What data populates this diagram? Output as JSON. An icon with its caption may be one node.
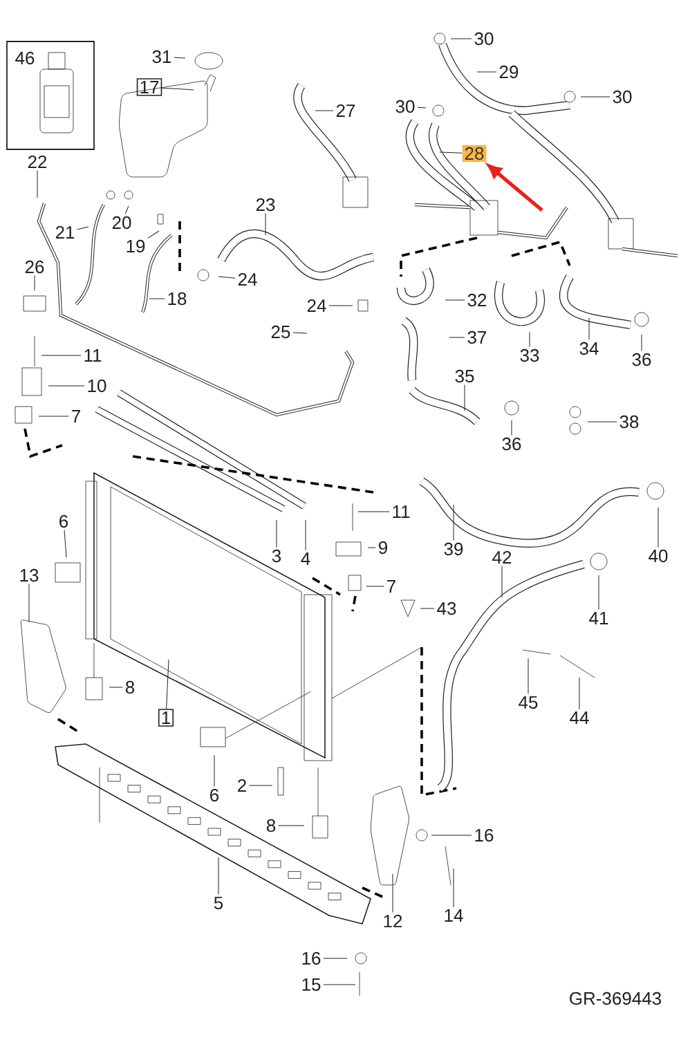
{
  "diagram": {
    "nodes": [
      {
        "text": [
          "46"
        ]
      },
      {
        "text": [
          "31"
        ]
      },
      {
        "text": [
          "17"
        ]
      },
      {
        "text": [
          "22"
        ]
      },
      {
        "text": [
          "21"
        ]
      },
      {
        "text": [
          "20"
        ]
      },
      {
        "text": [
          "19"
        ]
      },
      {
        "text": [
          "18"
        ]
      },
      {
        "text": [
          "23"
        ]
      },
      {
        "text": [
          "24"
        ]
      },
      {
        "text": [
          "24"
        ]
      },
      {
        "text": [
          "26"
        ]
      },
      {
        "text": [
          "25"
        ]
      },
      {
        "text": [
          "11"
        ]
      },
      {
        "text": [
          "10"
        ]
      },
      {
        "text": [
          "7"
        ]
      },
      {
        "text": [
          "27"
        ]
      },
      {
        "text": [
          "30"
        ]
      },
      {
        "text": [
          "29"
        ]
      },
      {
        "text": [
          "30"
        ]
      },
      {
        "text": [
          "30"
        ]
      },
      {
        "text": [
          "28"
        ]
      },
      {
        "text": [
          "32"
        ]
      },
      {
        "text": [
          "33"
        ]
      },
      {
        "text": [
          "37"
        ]
      },
      {
        "text": [
          "34"
        ]
      },
      {
        "text": [
          "36"
        ]
      },
      {
        "text": [
          "35"
        ]
      },
      {
        "text": [
          "36"
        ]
      },
      {
        "text": [
          "38"
        ]
      },
      {
        "text": [
          "11"
        ]
      },
      {
        "text": [
          "9"
        ]
      },
      {
        "text": [
          "7"
        ]
      },
      {
        "text": [
          "3"
        ]
      },
      {
        "text": [
          "4"
        ]
      },
      {
        "text": [
          "39"
        ]
      },
      {
        "text": [
          "40"
        ]
      },
      {
        "text": [
          "42"
        ]
      },
      {
        "text": [
          "41"
        ]
      },
      {
        "text": [
          "43"
        ]
      },
      {
        "text": [
          "6"
        ]
      },
      {
        "text": [
          "13"
        ]
      },
      {
        "text": [
          "8"
        ]
      },
      {
        "text": [
          "1"
        ]
      },
      {
        "text": [
          "6"
        ]
      },
      {
        "text": [
          "2"
        ]
      },
      {
        "text": [
          "8"
        ]
      },
      {
        "text": [
          "5"
        ]
      },
      {
        "text": [
          "12"
        ]
      },
      {
        "text": [
          "16"
        ]
      },
      {
        "text": [
          "14"
        ]
      },
      {
        "text": [
          "16"
        ]
      },
      {
        "text": [
          "15"
        ]
      },
      {
        "text": [
          "45"
        ]
      },
      {
        "text": [
          "44"
        ]
      }
    ],
    "edges": [
      {
        "from": 1,
        "to": null,
        "arrow": "none"
      },
      {
        "from": 2,
        "to": null,
        "arrow": "none"
      },
      {
        "from": 3,
        "to": null,
        "arrow": "none"
      },
      {
        "from": 4,
        "to": null,
        "arrow": "none"
      },
      {
        "from": 5,
        "to": null,
        "arrow": "none"
      },
      {
        "from": 6,
        "to": null,
        "arrow": "none"
      },
      {
        "from": 7,
        "to": null,
        "arrow": "none"
      },
      {
        "from": 8,
        "to": null,
        "arrow": "none"
      },
      {
        "from": 9,
        "to": null,
        "arrow": "none"
      },
      {
        "from": 10,
        "to": null,
        "arrow": "none"
      },
      {
        "from": 11,
        "to": null,
        "arrow": "none"
      },
      {
        "from": 12,
        "to": null,
        "arrow": "none"
      },
      {
        "from": 13,
        "to": null,
        "arrow": "none"
      },
      {
        "from": 14,
        "to": null,
        "arrow": "none"
      },
      {
        "from": 15,
        "to": null,
        "arrow": "none"
      },
      {
        "from": 16,
        "to": null,
        "arrow": "none"
      },
      {
        "from": 17,
        "to": null,
        "arrow": "none"
      },
      {
        "from": 18,
        "to": null,
        "arrow": "none"
      },
      {
        "from": 19,
        "to": null,
        "arrow": "none"
      },
      {
        "from": 20,
        "to": null,
        "arrow": "none"
      },
      {
        "from": 21,
        "to": null,
        "arrow": "none"
      },
      {
        "from": 22,
        "to": null,
        "arrow": "none"
      },
      {
        "from": 23,
        "to": null,
        "arrow": "none"
      },
      {
        "from": 24,
        "to": null,
        "arrow": "none"
      },
      {
        "from": 25,
        "to": null,
        "arrow": "none"
      },
      {
        "from": 26,
        "to": null,
        "arrow": "none"
      },
      {
        "from": 27,
        "to": null,
        "arrow": "none"
      },
      {
        "from": 28,
        "to": null,
        "arrow": "none"
      },
      {
        "from": 29,
        "to": null,
        "arrow": "none"
      },
      {
        "from": 30,
        "to": null,
        "arrow": "none"
      },
      {
        "from": 31,
        "to": null,
        "arrow": "none"
      },
      {
        "from": 32,
        "to": null,
        "arrow": "none"
      },
      {
        "from": 33,
        "to": null,
        "arrow": "none"
      },
      {
        "from": 34,
        "to": null,
        "arrow": "none"
      },
      {
        "from": 35,
        "to": null,
        "arrow": "none"
      },
      {
        "from": 36,
        "to": null,
        "arrow": "none"
      },
      {
        "from": 37,
        "to": null,
        "arrow": "none"
      },
      {
        "from": 38,
        "to": null,
        "arrow": "none"
      },
      {
        "from": 39,
        "to": null,
        "arrow": "none"
      },
      {
        "from": 40,
        "to": null,
        "arrow": "none"
      },
      {
        "from": 41,
        "to": null,
        "arrow": "none"
      },
      {
        "from": 42,
        "to": null,
        "arrow": "none"
      },
      {
        "from": 43,
        "to": null,
        "arrow": "none"
      },
      {
        "from": 44,
        "to": null,
        "arrow": "none"
      },
      {
        "from": 45,
        "to": null,
        "arrow": "none"
      },
      {
        "from": 46,
        "to": null,
        "arrow": "none"
      },
      {
        "from": 47,
        "to": null,
        "arrow": "none"
      },
      {
        "from": 48,
        "to": null,
        "arrow": "none"
      },
      {
        "from": 49,
        "to": null,
        "arrow": "none"
      },
      {
        "from": 50,
        "to": null,
        "arrow": "none"
      },
      {
        "from": 51,
        "to": null,
        "arrow": "none"
      },
      {
        "from": 52,
        "to": null,
        "arrow": "none"
      },
      {
        "from": 53,
        "to": null,
        "arrow": "none"
      },
      {
        "from": 54,
        "to": null,
        "arrow": "none"
      },
      {
        "from": null,
        "to": 21,
        "arrow": "to",
        "style": "thick",
        "color": "#e8221b"
      }
    ],
    "labels": [
      "GR-369443"
    ]
  }
}
